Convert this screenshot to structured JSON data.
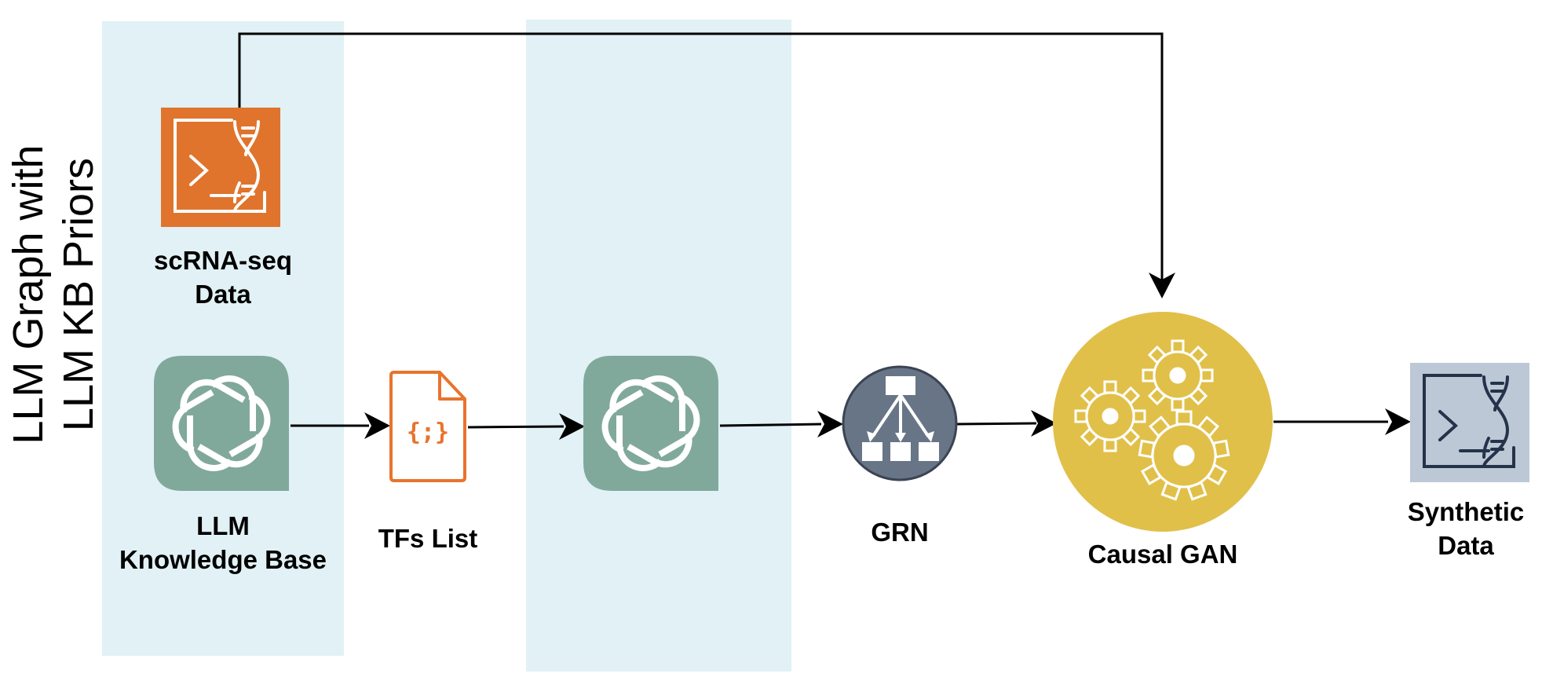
{
  "title": {
    "line1": "LLM Graph with",
    "line2": "LLM KB Priors"
  },
  "nodes": {
    "scrna": {
      "line1": "scRNA-seq",
      "line2": "Data",
      "icon": "dna-terminal-icon",
      "color": "#e0742c"
    },
    "llm_kb": {
      "line1": "LLM",
      "line2": "Knowledge Base",
      "icon": "openai-logo-icon",
      "color": "#80a99c"
    },
    "tfs": {
      "label": "TFs List",
      "icon": "json-file-icon",
      "glyph": "{;}",
      "color": "#e8742d"
    },
    "llm2": {
      "icon": "openai-logo-icon",
      "color": "#80a99c"
    },
    "grn": {
      "label": "GRN",
      "icon": "hierarchy-icon",
      "color": "#677587"
    },
    "gan": {
      "label": "Causal GAN",
      "icon": "gears-icon",
      "color": "#e1c04a"
    },
    "synthetic": {
      "line1": "Synthetic",
      "line2": "Data",
      "icon": "dna-terminal-icon",
      "color": "#bcc8d5"
    }
  },
  "colors": {
    "panel": "#e1f1f5",
    "arrow": "#000000"
  }
}
